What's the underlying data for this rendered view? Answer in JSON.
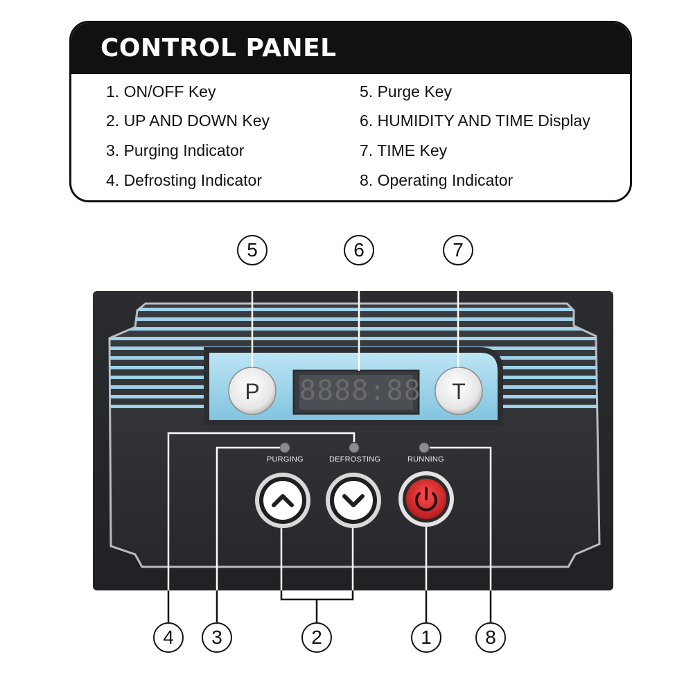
{
  "legend": {
    "title": "CONTROL PANEL",
    "items": [
      "1. ON/OFF Key",
      "2. UP AND DOWN Key",
      "3. Purging Indicator",
      "4. Defrosting Indicator",
      "5. Purge Key",
      "6. HUMIDITY AND TIME Display",
      "7. TIME Key",
      "8. Operating Indicator"
    ]
  },
  "panel": {
    "purge_key": "P",
    "time_key": "T",
    "display": "8888:88",
    "indicators": [
      "PURGING",
      "DEFROSTING",
      "RUNNING"
    ],
    "accent_color": "#9fd3ea",
    "power_color": "#d42a2a"
  },
  "callouts": {
    "top": [
      "5",
      "6",
      "7"
    ],
    "bottom": [
      "4",
      "3",
      "2",
      "1",
      "8"
    ]
  }
}
